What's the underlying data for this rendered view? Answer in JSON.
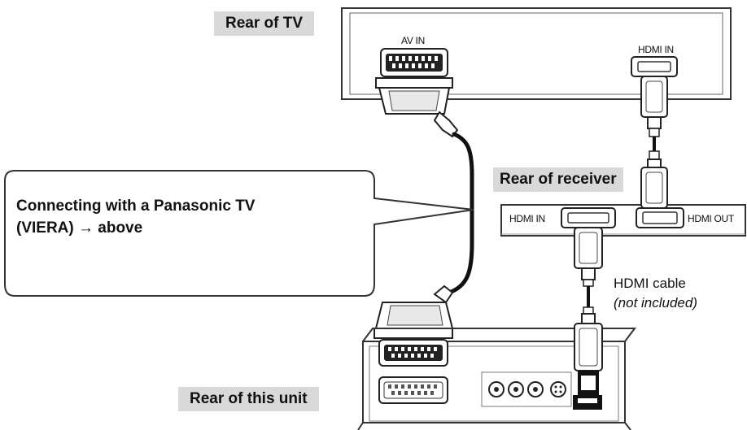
{
  "labels": {
    "rear_tv": "Rear of TV",
    "rear_receiver": "Rear of receiver",
    "rear_unit": "Rear of this unit",
    "av_in": "AV IN",
    "tv_hdmi_in": "HDMI IN",
    "receiver_hdmi_in": "HDMI IN",
    "receiver_hdmi_out": "HDMI OUT",
    "hdmi_cable": "HDMI cable",
    "hdmi_cable_note": "(not included)"
  },
  "callout": {
    "line1": "Connecting with a Panasonic TV",
    "line2": "(VIERA) → above"
  }
}
